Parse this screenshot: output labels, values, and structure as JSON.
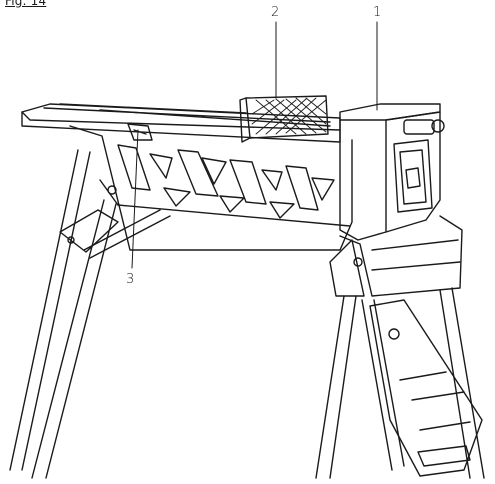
{
  "figure": {
    "title": "Fig. 14",
    "callouts": [
      {
        "id": "1",
        "label": "1"
      },
      {
        "id": "2",
        "label": "2"
      },
      {
        "id": "3",
        "label": "3"
      }
    ]
  }
}
